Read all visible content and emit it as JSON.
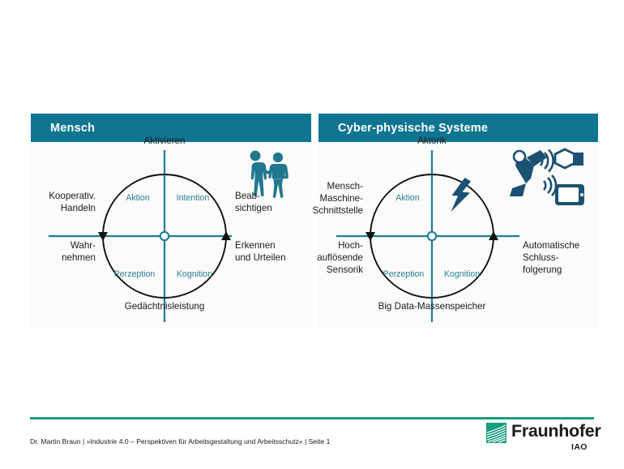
{
  "slide": {
    "background_color": "#ffffff",
    "accent_teal": "#0f7591",
    "label_teal": "#2a7d93",
    "icon_dark_blue": "#1b5172",
    "icon_teal": "#22778f",
    "fraunhofer_green": "#179c7d",
    "panel_bg": "#fbfbfb"
  },
  "panels": [
    {
      "id": "mensch",
      "header": "Mensch",
      "top_label": "Aktivieren",
      "bottom_label": "Gedächtnisleistung",
      "left_labels": [
        "Kooperativ.\nHandeln",
        "Wahr-\nnehmen"
      ],
      "right_labels": [
        "Beab-\nsichtigen",
        "Erkennen\nund Urteilen"
      ],
      "quadrants": {
        "top_left": "Aktion",
        "top_right": "Intention",
        "bottom_left": "Perzeption",
        "bottom_right": "Kognition"
      },
      "icon": "two-people-icon"
    },
    {
      "id": "cps",
      "header": "Cyber-physische Systeme",
      "top_label": "Aktorik",
      "bottom_label": "Big Data-Massenspeicher",
      "left_labels": [
        "Mensch-\nMaschine-\nSchnittstelle",
        "Hoch-\nauflösende\nSensorik"
      ],
      "right_labels": [
        "",
        "Automatische\nSchluss-\nfolgerung"
      ],
      "quadrants": {
        "top_left": "Aktion",
        "top_right": "",
        "bottom_left": "Perzeption",
        "bottom_right": "Kognition"
      },
      "icon": "robot-arm-wireless-tablet-icon",
      "extra_icon": "lightning-bolt-icon"
    }
  ],
  "footer": {
    "text": "Dr. Martin Braun | »Industrie 4.0 – Perspektiven für Arbeitsgestaltung und Arbeitsschutz« | Seite 1",
    "logo_wordmark": "Fraunhofer",
    "logo_subtitle": "IAO"
  }
}
